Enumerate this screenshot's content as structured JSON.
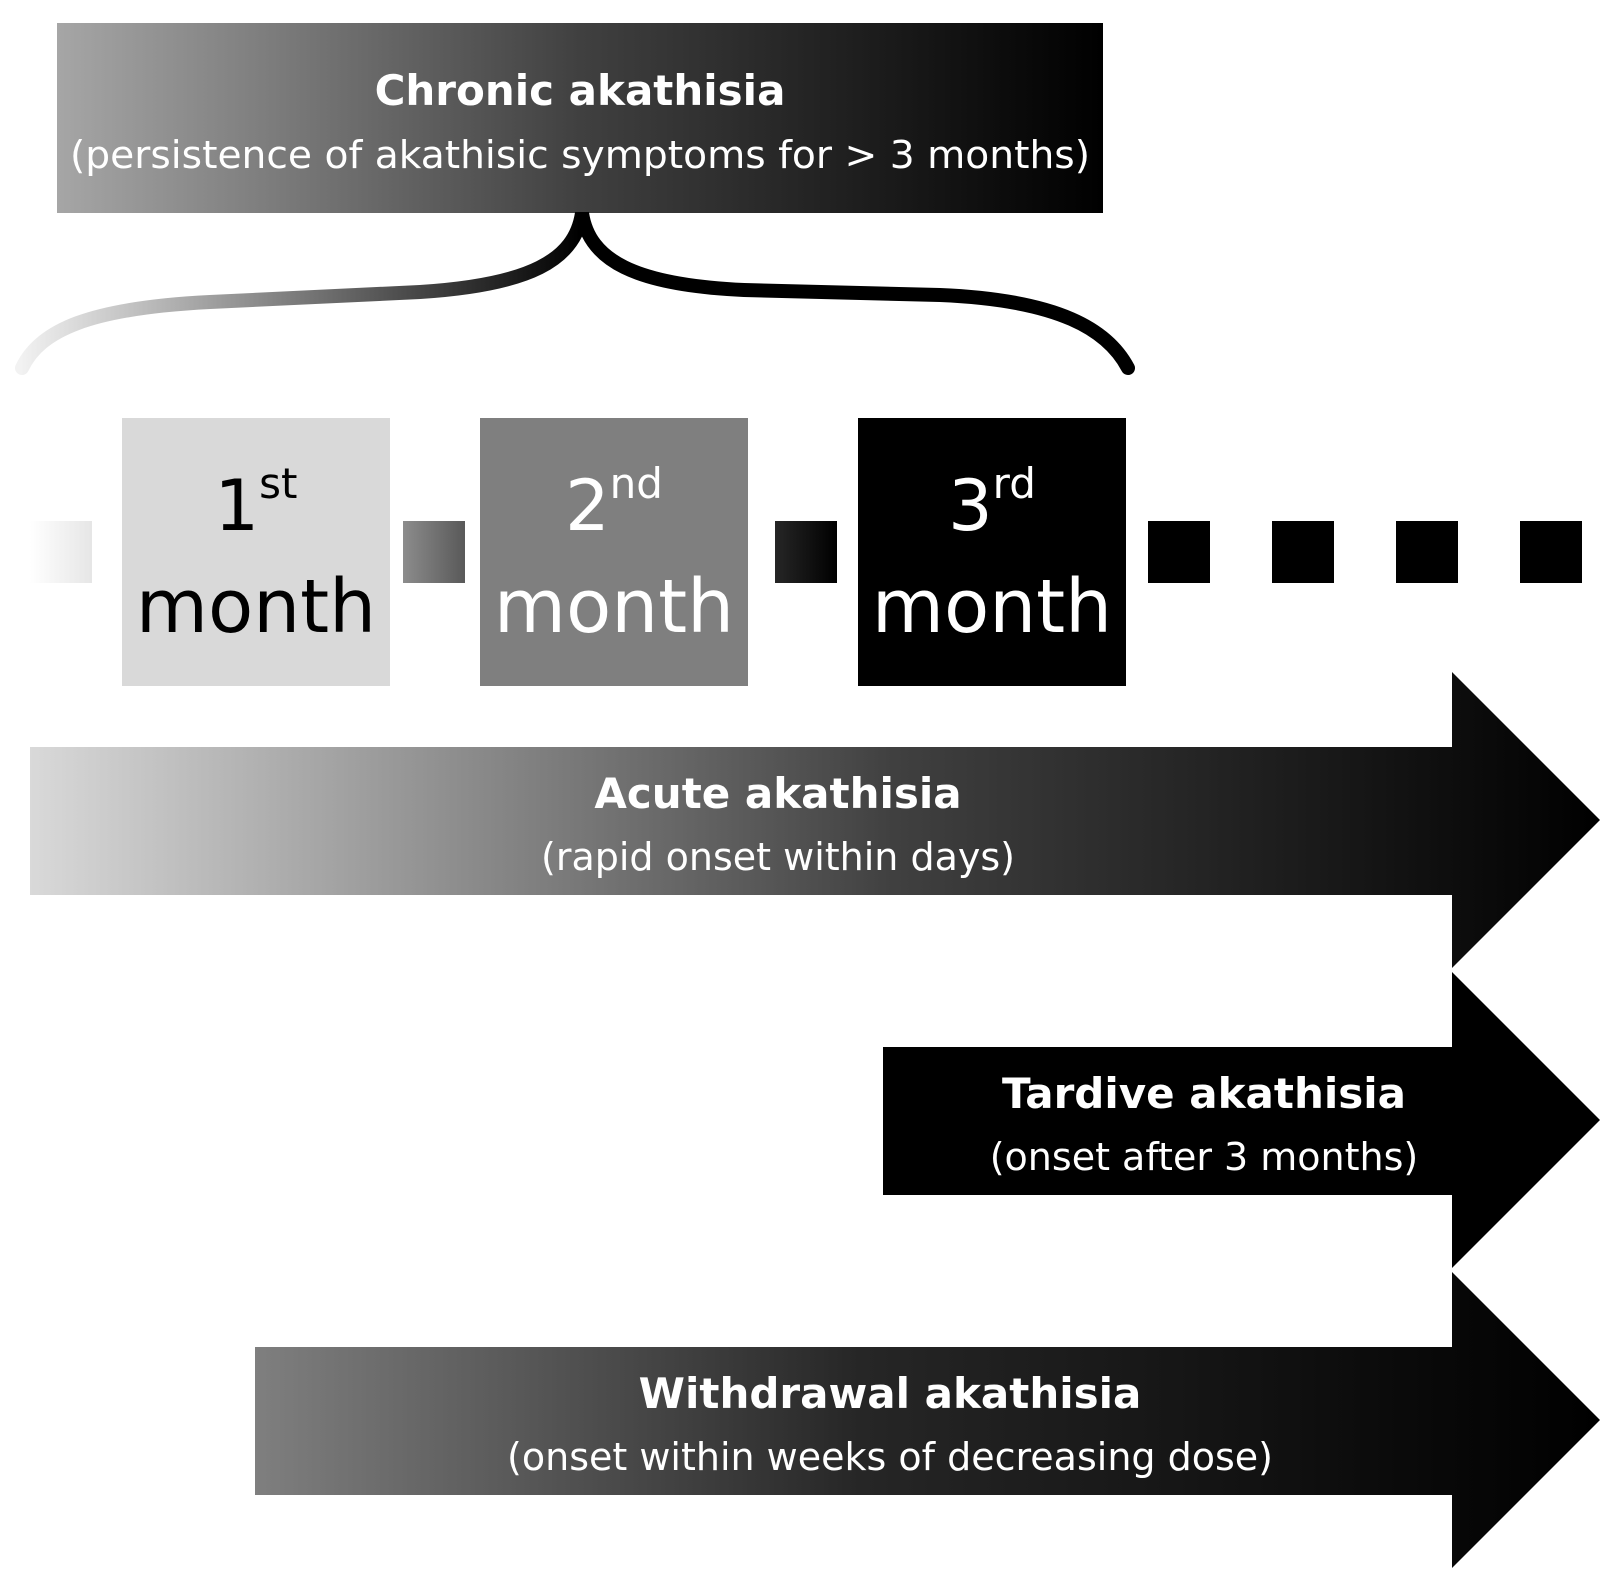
{
  "chronic": {
    "title": "Chronic akathisia",
    "subtitle": "(persistence of akathisic symptoms for > 3 months)"
  },
  "months": [
    {
      "num": "1",
      "suffix": "st",
      "label": "month",
      "bg": "#d9d9d9",
      "fg": "#000000"
    },
    {
      "num": "2",
      "suffix": "nd",
      "label": "month",
      "bg": "#7f7f7f",
      "fg": "#ffffff"
    },
    {
      "num": "3",
      "suffix": "rd",
      "label": "month",
      "bg": "#000000",
      "fg": "#ffffff"
    }
  ],
  "arrows": {
    "acute": {
      "title": "Acute akathisia",
      "subtitle": "(rapid onset within days)"
    },
    "tardive": {
      "title": "Tardive akathisia",
      "subtitle": "(onset after 3 months)"
    },
    "withdrawal": {
      "title": "Withdrawal akathisia",
      "subtitle": "(onset within weeks of decreasing dose)"
    }
  }
}
